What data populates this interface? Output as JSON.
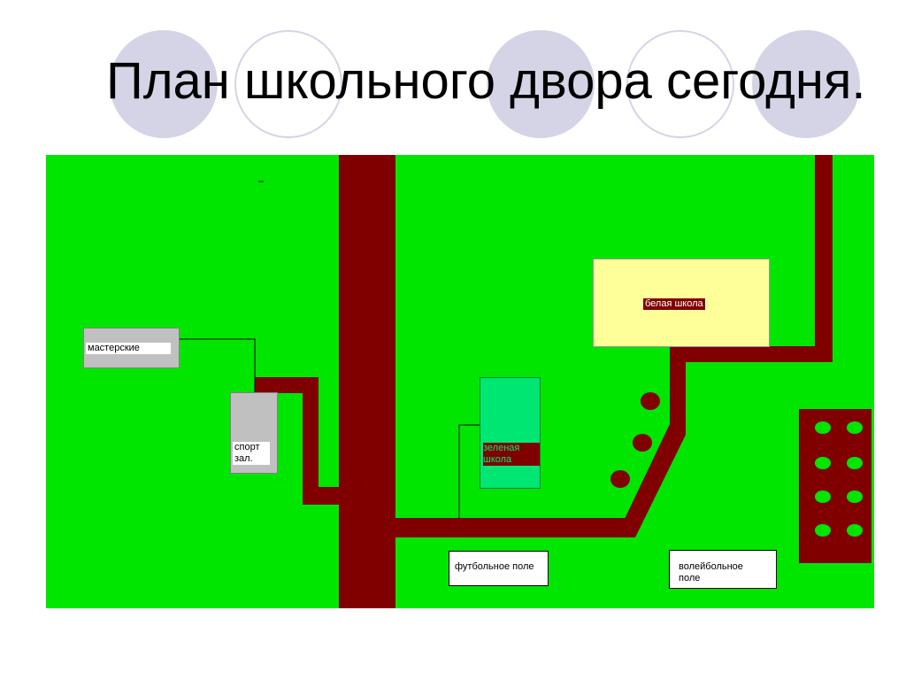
{
  "title": "План школьного двора сегодня.",
  "labels": {
    "workshops": "мастерские",
    "gym": "спорт зал.",
    "white_school": "белая школа",
    "green_school": "зеленая школа",
    "football": "футбольное поле",
    "volleyball": "волейбольное поле"
  },
  "colors": {
    "grass": "#00e600",
    "path": "#800000",
    "white_school": "#ffff99",
    "green_school": "#00e673",
    "building": "#c0c0c0",
    "circles_filled": "#d4d4e6"
  }
}
